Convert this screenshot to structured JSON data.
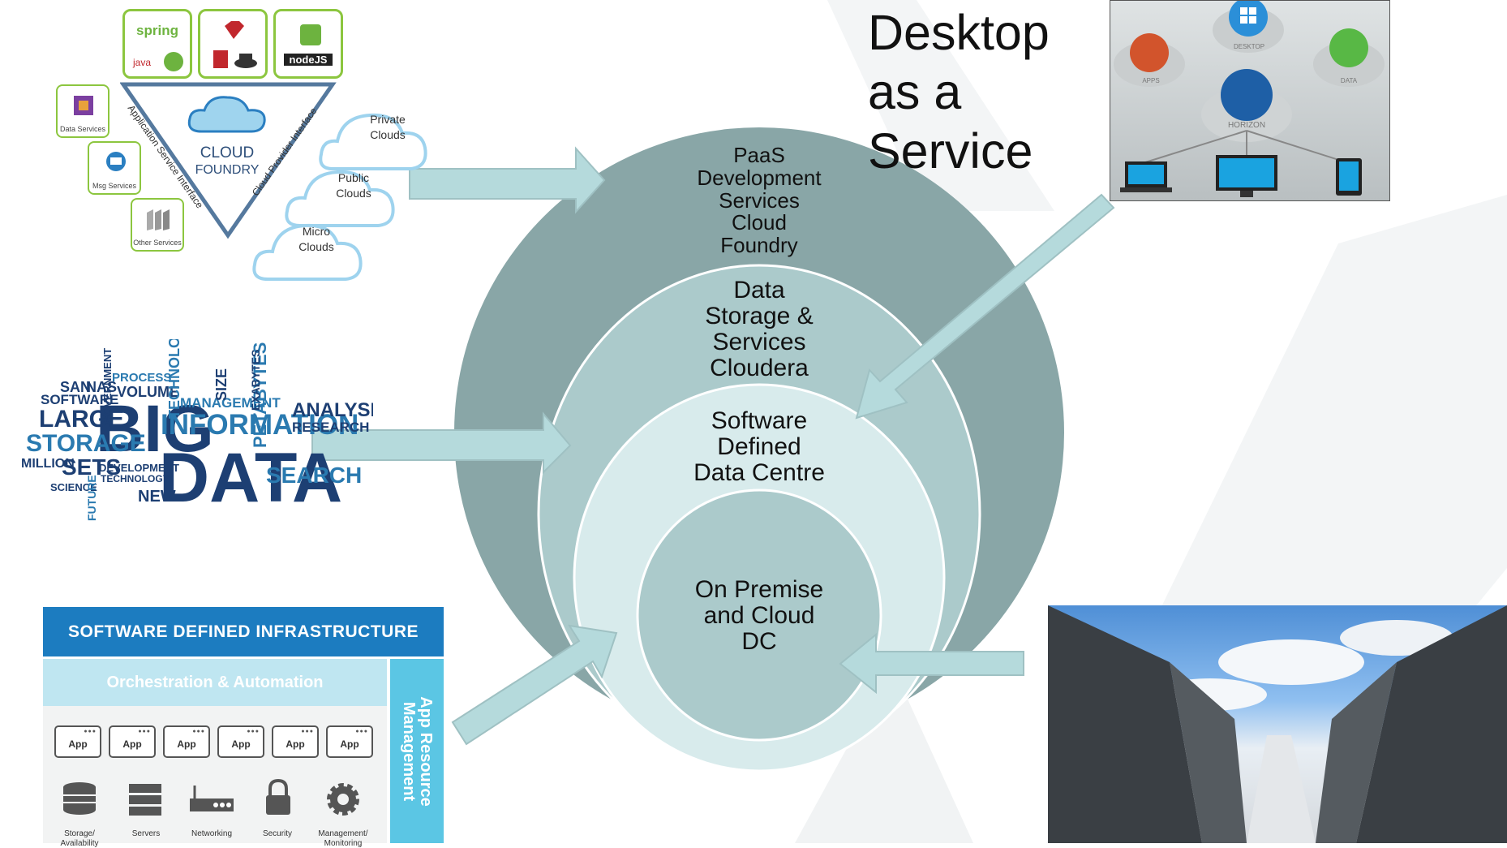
{
  "rings": {
    "outer": [
      "PaaS",
      "Development",
      "Services",
      "Cloud",
      "Foundry"
    ],
    "second": [
      "Data",
      "Storage &",
      "Services",
      "Cloudera"
    ],
    "third": [
      "Software",
      "Defined",
      "Data Centre"
    ],
    "inner": [
      "On Premise",
      "and Cloud",
      "DC"
    ]
  },
  "daas_title": "Desktop\nas a\nService",
  "cloud_foundry": {
    "tiles": [
      "spring",
      "java",
      "nodeJS"
    ],
    "center_line1": "CLOUD",
    "center_line2": "FOUNDRY",
    "left_edge": "Application Service Interface",
    "right_edge": "Cloud Provider Interface",
    "services": [
      "Data Services",
      "Msg Services",
      "Other Services"
    ],
    "clouds": [
      [
        "Private",
        "Clouds"
      ],
      [
        "Public",
        "Clouds"
      ],
      [
        "Micro",
        "Clouds"
      ]
    ]
  },
  "horizon": {
    "nodes": [
      "APPS",
      "DESKTOP",
      "DATA",
      "HORIZON"
    ]
  },
  "wordcloud": {
    "big": "BIG",
    "data": "DATA",
    "information": "INFORMATION",
    "storage": "STORAGE",
    "large": "LARGE",
    "analysis": "ANALYSIS",
    "search": "SEARCH",
    "research": "RESEARCH",
    "sets": "SETS",
    "million": "MILLION",
    "volume": "VOLUME",
    "management": "MANAGEMENT",
    "petabytes": "PETABYTES",
    "technologies": "TECHNOLOGIES",
    "software": "SOFTWARE",
    "process": "PROCESS",
    "new": "NEW",
    "development": "DEVELOPMENT",
    "technology": "TECHNOLOGY",
    "science": "SCIENCE",
    "future": "FUTURE",
    "san": "SAN",
    "nas": "NAS",
    "exabytes": "EXABYTES",
    "size": "SIZE",
    "government": "GOVERNMENT"
  },
  "sdi": {
    "header": "SOFTWARE DEFINED INFRASTRUCTURE",
    "orchestration": "Orchestration & Automation",
    "side_line1": "App Resource",
    "side_line2": "Management",
    "apps": [
      "App",
      "App",
      "App",
      "App",
      "App",
      "App"
    ],
    "resources": [
      "Storage/\nAvailability",
      "Servers",
      "Networking",
      "Security",
      "Management/\nMonitoring"
    ]
  },
  "colors": {
    "outer_ring": "#89a6a7",
    "second_ring": "#abcacb",
    "third_ring": "#d8ebec",
    "inner_ring": "#abcacb",
    "arrow": "#b5dadc",
    "arrow_stroke": "#9fc1c3"
  },
  "icons": [
    "cloud-icon",
    "windows-icon",
    "laptop-icon",
    "monitor-icon",
    "tablet-icon",
    "gear-icon",
    "lock-icon",
    "server-icon",
    "storage-icon",
    "router-icon"
  ]
}
